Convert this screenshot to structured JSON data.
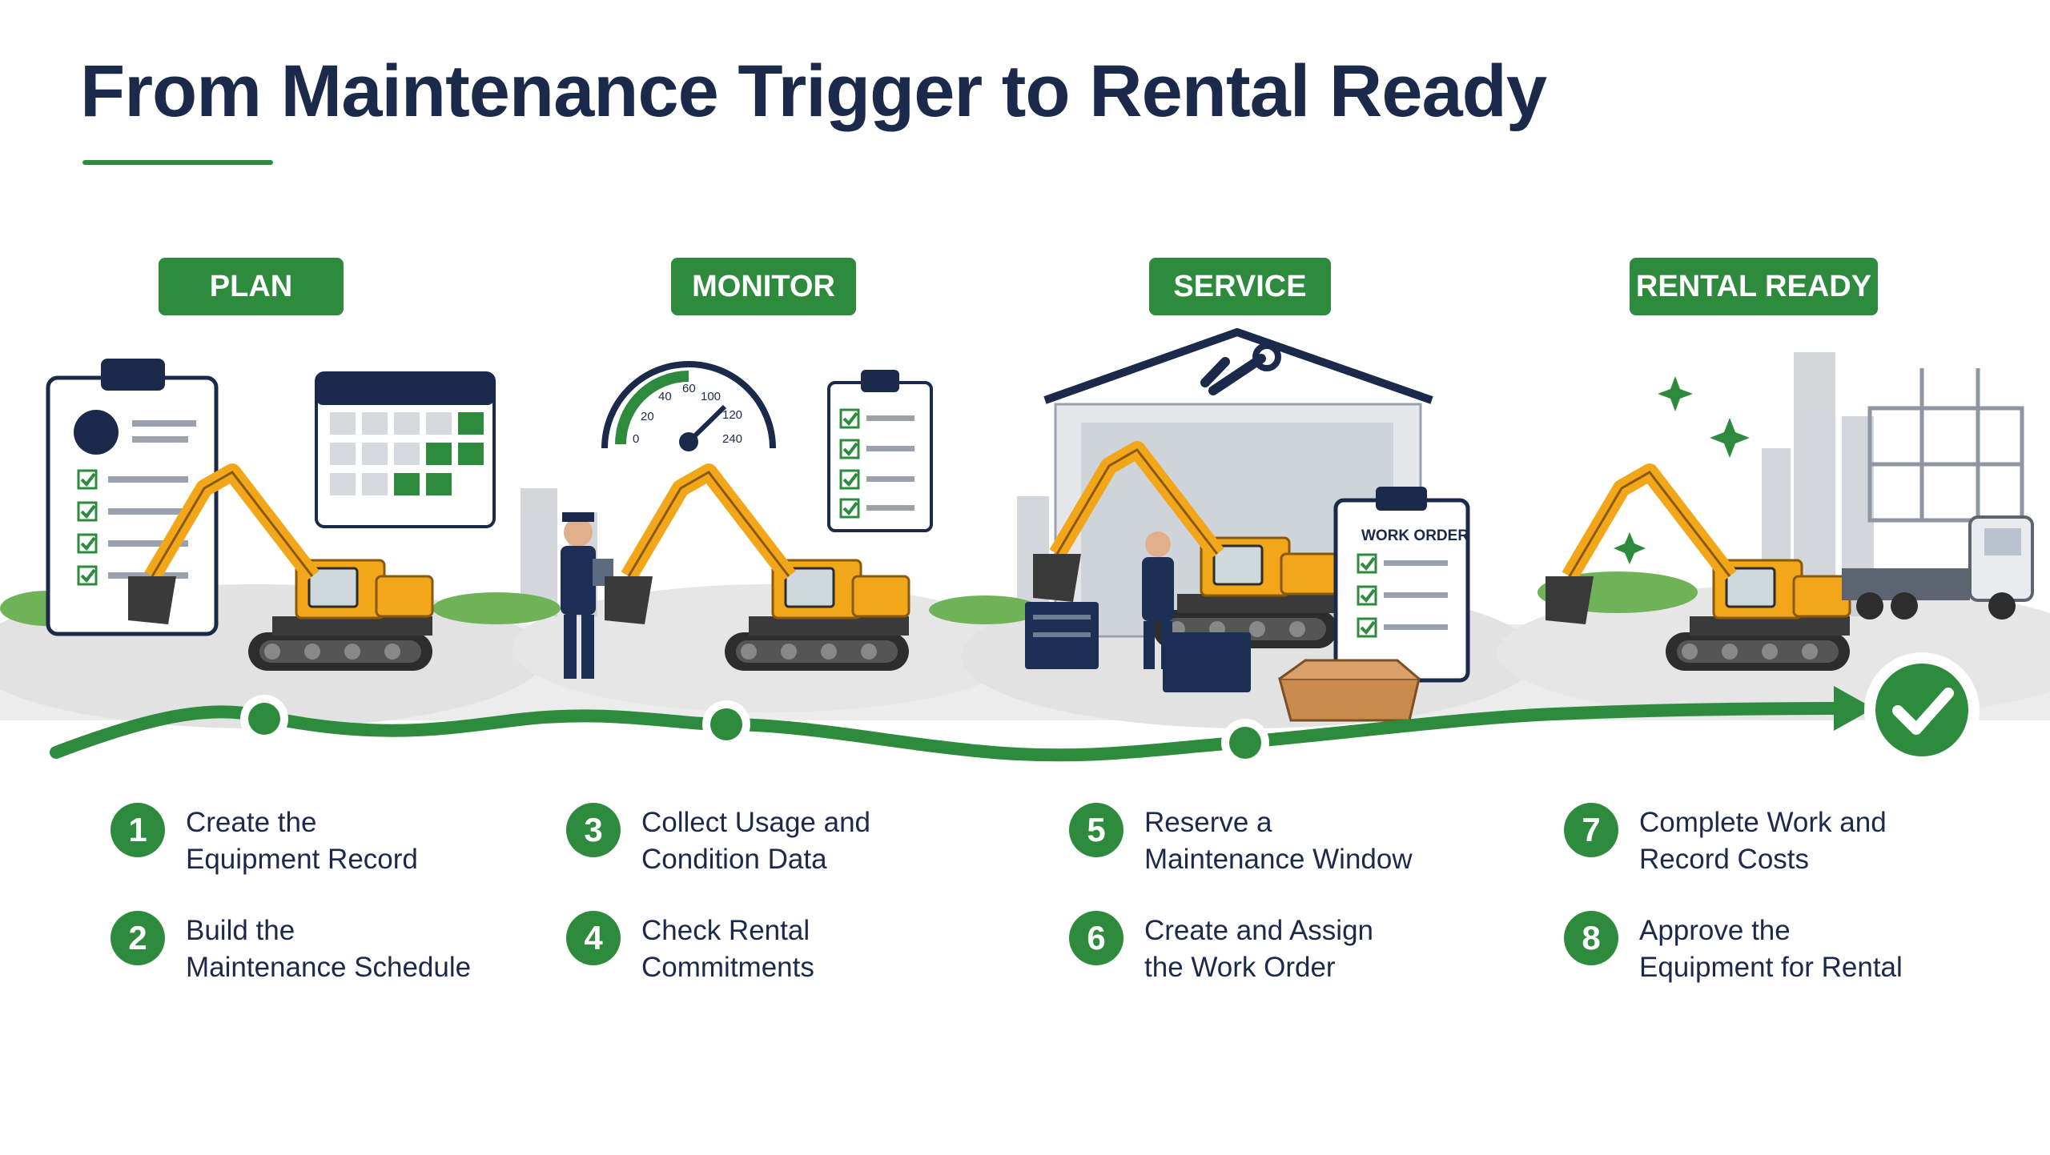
{
  "title": "From Maintenance Trigger to Rental Ready",
  "colors": {
    "accent_green": "#2e8b3e",
    "navy": "#1b2a4a",
    "excavator_yellow": "#f2a71b"
  },
  "stages": [
    {
      "label": "PLAN",
      "icon": "clipboard-and-calendar-icon"
    },
    {
      "label": "MONITOR",
      "icon": "gauge-and-checklist-icon"
    },
    {
      "label": "SERVICE",
      "icon": "workshop-wrench-icon"
    },
    {
      "label": "RENTAL READY",
      "icon": "approved-check-icon"
    }
  ],
  "gauge_ticks": [
    "0",
    "20",
    "40",
    "60",
    "100",
    "120",
    "240"
  ],
  "work_order_label": "WORK ORDER",
  "steps": [
    {
      "num": "1",
      "text": "Create the\nEquipment Record"
    },
    {
      "num": "2",
      "text": "Build the\nMaintenance Schedule"
    },
    {
      "num": "3",
      "text": "Collect Usage and\nCondition Data"
    },
    {
      "num": "4",
      "text": "Check Rental\nCommitments"
    },
    {
      "num": "5",
      "text": "Reserve a\nMaintenance Window"
    },
    {
      "num": "6",
      "text": "Create and Assign\nthe Work Order"
    },
    {
      "num": "7",
      "text": "Complete Work and\nRecord Costs"
    },
    {
      "num": "8",
      "text": "Approve the\nEquipment for Rental"
    }
  ]
}
